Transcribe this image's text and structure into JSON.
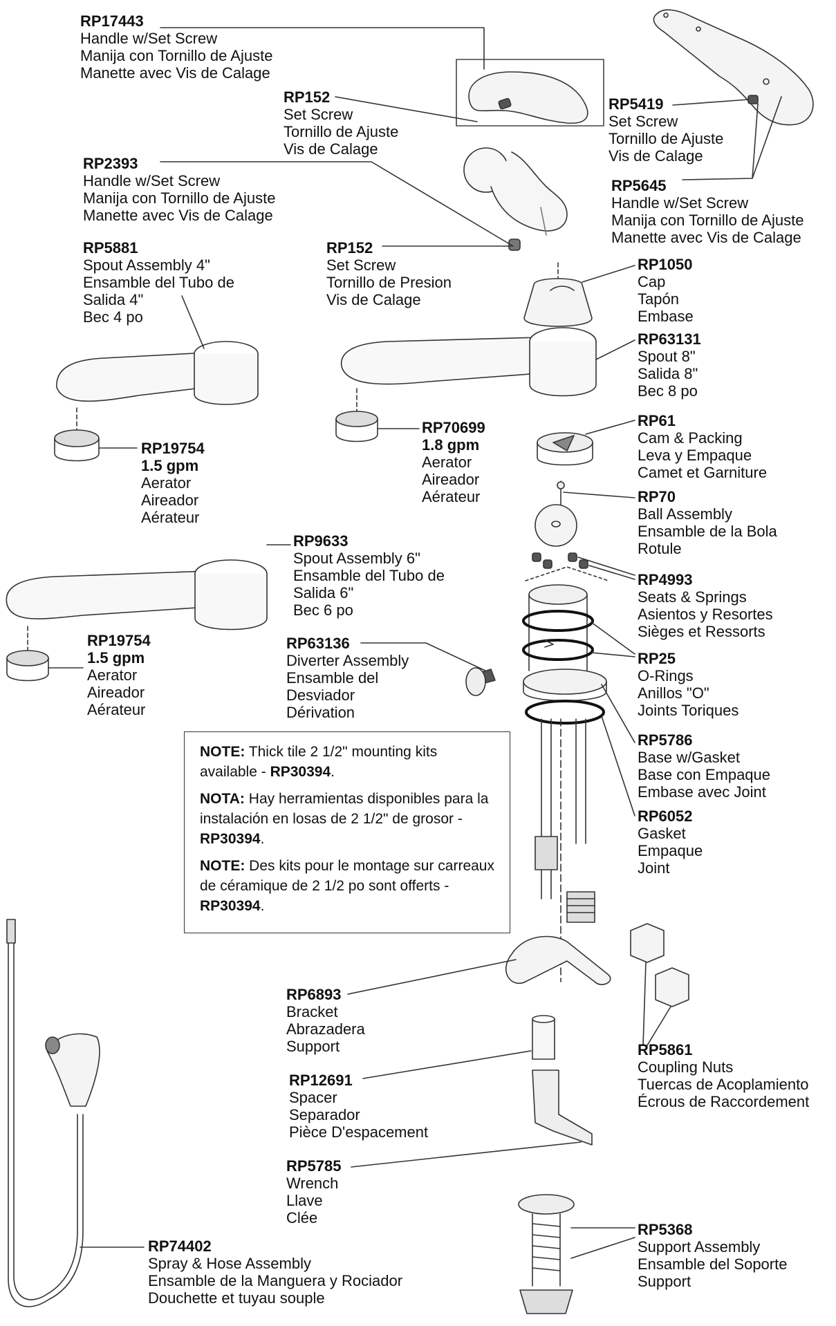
{
  "parts": [
    {
      "code": "RP17443",
      "lines": [
        "Handle w/Set Screw",
        "Manija con Tornillo de Ajuste",
        "Manette avec Vis de Calage"
      ]
    },
    {
      "code": "RP152",
      "lines": [
        "Set Screw",
        "Tornillo de Ajuste",
        "Vis de Calage"
      ]
    },
    {
      "code": "RP5419",
      "lines": [
        "Set Screw",
        "Tornillo de Ajuste",
        "Vis de Calage"
      ]
    },
    {
      "code": "RP2393",
      "lines": [
        "Handle w/Set Screw",
        "Manija con Tornillo de Ajuste",
        "Manette avec Vis de Calage"
      ]
    },
    {
      "code": "RP5645",
      "lines": [
        "Handle w/Set Screw",
        "Manija con Tornillo de Ajuste",
        "Manette avec Vis de Calage"
      ]
    },
    {
      "code": "RP5881",
      "lines": [
        "Spout Assembly 4\"",
        "Ensamble del Tubo de",
        "Salida 4\"",
        "Bec 4 po"
      ]
    },
    {
      "code": "RP152",
      "lines": [
        "Set Screw",
        "Tornillo de Presion",
        "Vis de Calage"
      ]
    },
    {
      "code": "RP1050",
      "lines": [
        "Cap",
        "Tapón",
        "Embase"
      ]
    },
    {
      "code": "RP63131",
      "lines": [
        "Spout 8\"",
        "Salida 8\"",
        "Bec 8 po"
      ]
    },
    {
      "code": "RP19754",
      "lines": [
        "1.5 gpm",
        "Aerator",
        "Aireador",
        "Aérateur"
      ]
    },
    {
      "code": "RP70699",
      "lines": [
        "1.8 gpm",
        "Aerator",
        "Aireador",
        "Aérateur"
      ]
    },
    {
      "code": "RP61",
      "lines": [
        "Cam & Packing",
        "Leva y Empaque",
        "Camet et Garniture"
      ]
    },
    {
      "code": "RP70",
      "lines": [
        "Ball Assembly",
        "Ensamble de la Bola",
        "Rotule"
      ]
    },
    {
      "code": "RP9633",
      "lines": [
        "Spout Assembly 6\"",
        "Ensamble del Tubo de",
        "Salida 6\"",
        "Bec 6 po"
      ]
    },
    {
      "code": "RP4993",
      "lines": [
        "Seats & Springs",
        "Asientos y Resortes",
        "Sièges et Ressorts"
      ]
    },
    {
      "code": "RP19754",
      "lines": [
        "1.5 gpm",
        "Aerator",
        "Aireador",
        "Aérateur"
      ]
    },
    {
      "code": "RP63136",
      "lines": [
        "Diverter Assembly",
        "Ensamble del",
        "Desviador",
        "Dérivation"
      ]
    },
    {
      "code": "RP25",
      "lines": [
        "O-Rings",
        "Anillos \"O\"",
        "Joints Toriques"
      ]
    },
    {
      "code": "RP5786",
      "lines": [
        "Base w/Gasket",
        "Base con Empaque",
        "Embase avec Joint"
      ]
    },
    {
      "code": "RP6052",
      "lines": [
        "Gasket",
        "Empaque",
        "Joint"
      ]
    },
    {
      "code": "RP6893",
      "lines": [
        "Bracket",
        "Abrazadera",
        "Support"
      ]
    },
    {
      "code": "RP5861",
      "lines": [
        "Coupling Nuts",
        "Tuercas de Acoplamiento",
        "Écrous de Raccordement"
      ]
    },
    {
      "code": "RP12691",
      "lines": [
        "Spacer",
        "Separador",
        "Pièce D'espacement"
      ]
    },
    {
      "code": "RP5785",
      "lines": [
        "Wrench",
        "Llave",
        "Clée"
      ]
    },
    {
      "code": "RP74402",
      "lines": [
        "Spray & Hose Assembly",
        "Ensamble de la Manguera y Rociador",
        "Douchette et tuyau souple"
      ]
    },
    {
      "code": "RP5368",
      "lines": [
        "Support Assembly",
        "Ensamble del Soporte",
        "Support"
      ]
    }
  ],
  "note": {
    "en_label": "NOTE:",
    "en_text": " Thick tile 2 1/2\" mounting kits available - ",
    "en_code": "RP30394",
    "en_end": ".",
    "es_label": "NOTA:",
    "es_text": " Hay herramientas disponibles para la instalación en losas de 2 1/2\" de grosor - ",
    "es_code": "RP30394",
    "es_end": ".",
    "fr_label": "NOTE:",
    "fr_text": " Des kits pour le montage sur carreaux de céramique de 2 1/2 po sont offerts - ",
    "fr_code": "RP30394",
    "fr_end": "."
  }
}
